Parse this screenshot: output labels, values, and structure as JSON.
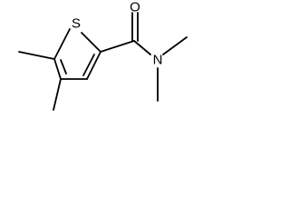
{
  "molecule": {
    "atoms": {
      "sulfur": "S",
      "oxygen": "O",
      "nitrogen": "N"
    },
    "colors": {
      "bond": "#000000",
      "label": "#000000",
      "background": "#ffffff"
    }
  }
}
